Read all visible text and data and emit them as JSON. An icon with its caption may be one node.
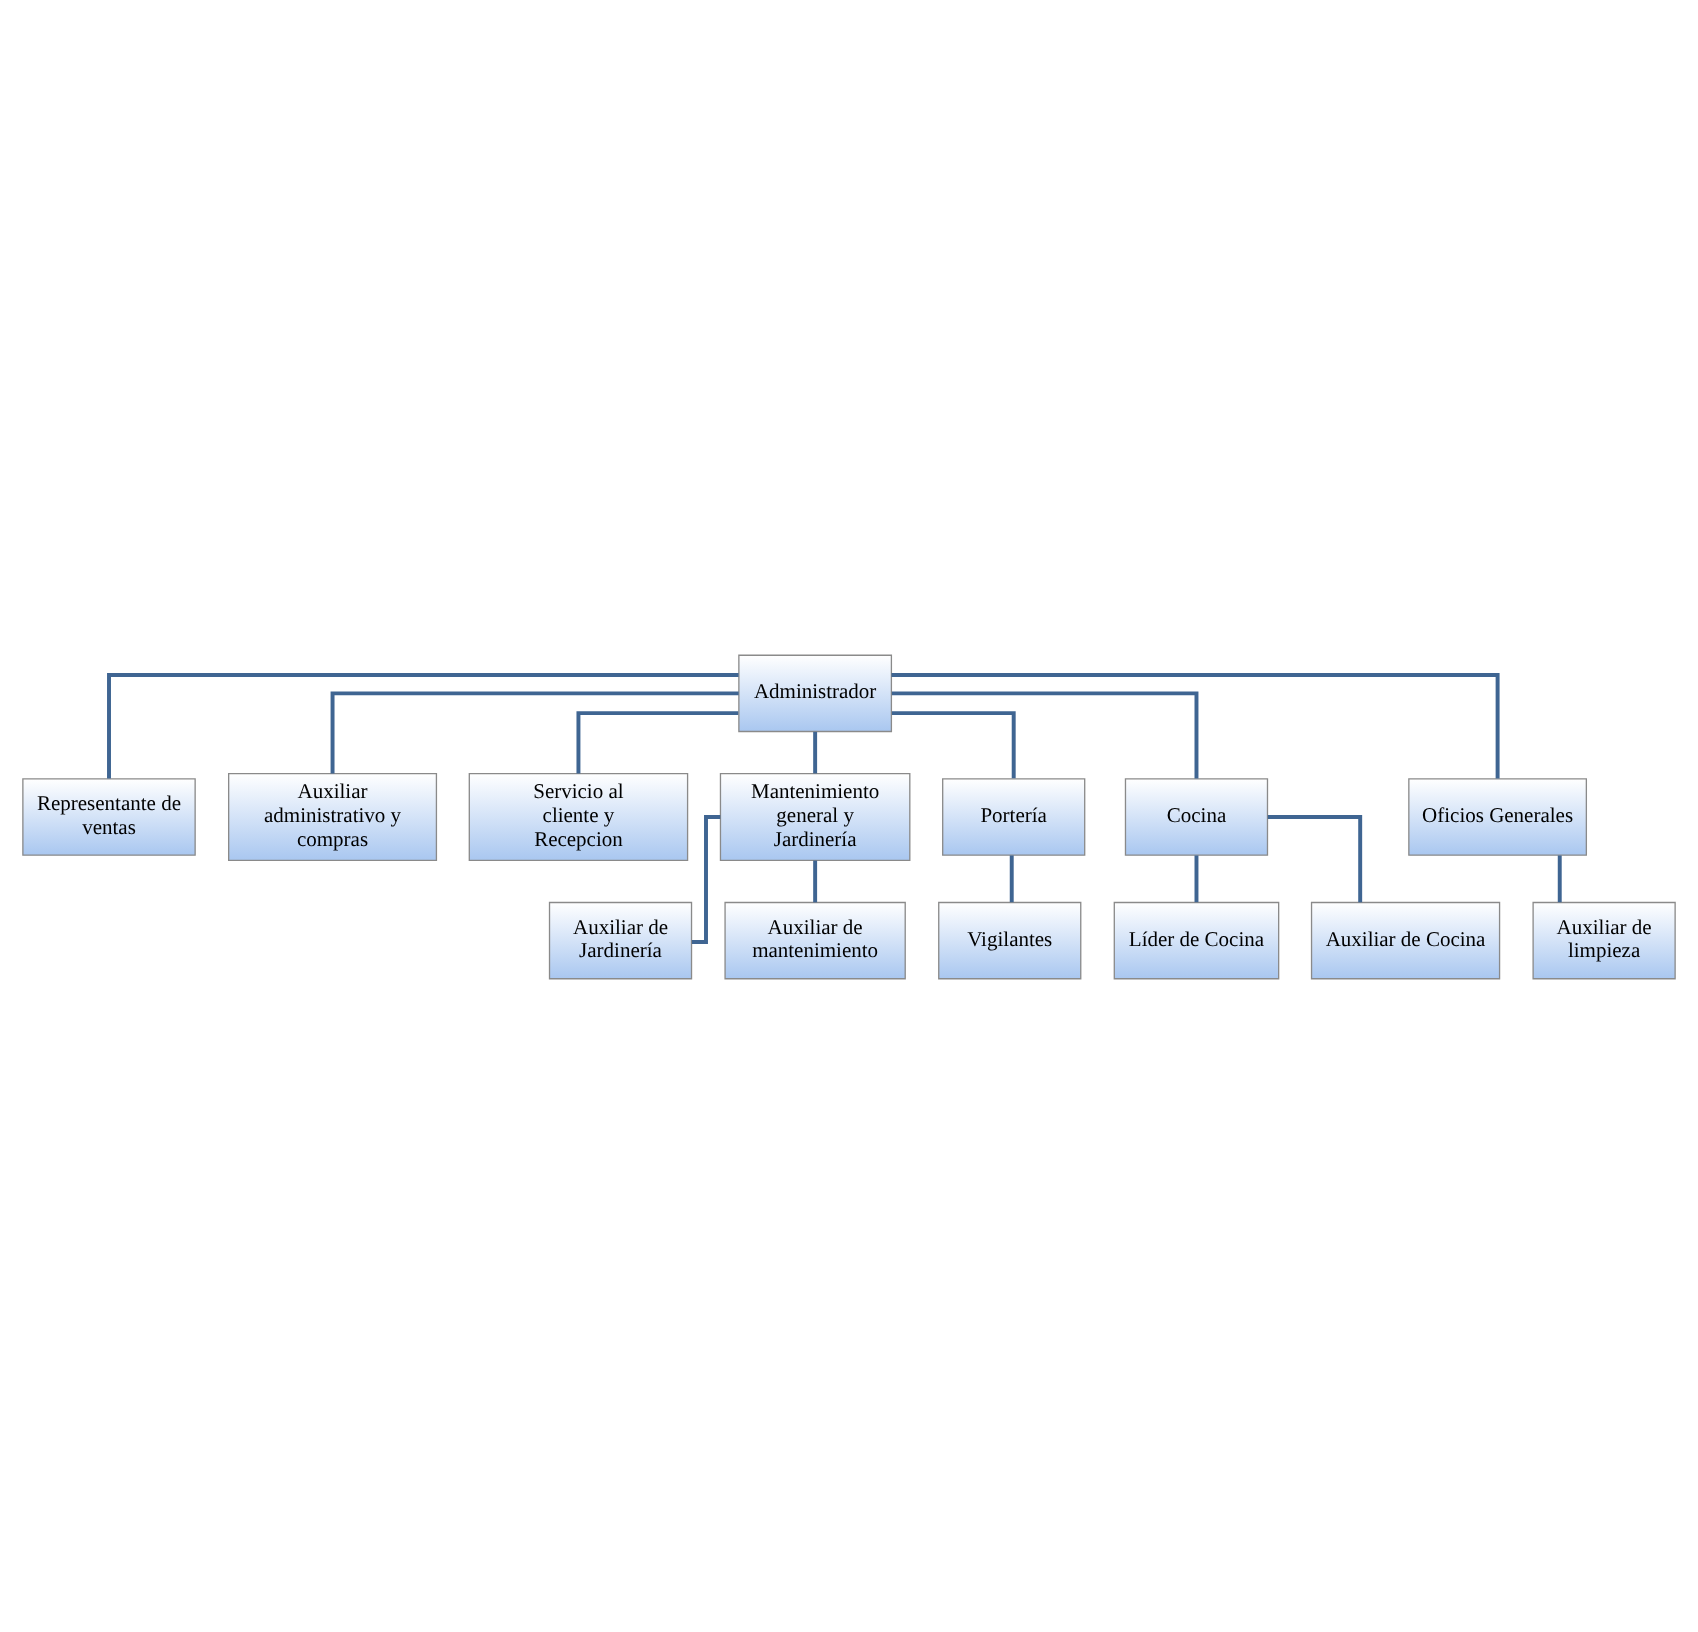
{
  "diagram": {
    "nodes": [
      {
        "text": [
          "Administrador"
        ]
      },
      {
        "text": [
          "Representante de ventas"
        ]
      },
      {
        "text": [
          "Auxiliar administrativo y compras"
        ]
      },
      {
        "text": [
          "Servicio al cliente y Recepcion"
        ]
      },
      {
        "text": [
          "Mantenimiento general y Jardinería"
        ]
      },
      {
        "text": [
          "Portería"
        ]
      },
      {
        "text": [
          "Cocina"
        ]
      },
      {
        "text": [
          "Oficios Generales"
        ]
      },
      {
        "text": [
          "Líder de Cocina"
        ]
      },
      {
        "text": [
          "Auxiliar de Jardinería"
        ]
      },
      {
        "text": [
          "Vigilantes"
        ]
      },
      {
        "text": [
          "Auxiliar de Cocina"
        ]
      },
      {
        "text": [
          "Auxiliar de limpieza"
        ]
      },
      {
        "text": [
          "Auxiliar de mantenimiento"
        ]
      }
    ],
    "edges": [
      {
        "from": 0,
        "to": 1,
        "arrow": "none"
      },
      {
        "from": 0,
        "to": 2,
        "arrow": "none"
      },
      {
        "from": 0,
        "to": 3,
        "arrow": "none"
      },
      {
        "from": 0,
        "to": 4,
        "arrow": "none"
      },
      {
        "from": 0,
        "to": 5,
        "arrow": "none"
      },
      {
        "from": 0,
        "to": 6,
        "arrow": "none"
      },
      {
        "from": 0,
        "to": 7,
        "arrow": "none"
      },
      {
        "from": 4,
        "to": 9,
        "arrow": "none"
      },
      {
        "from": 4,
        "to": 13,
        "arrow": "none"
      },
      {
        "from": 5,
        "to": 10,
        "arrow": "none"
      },
      {
        "from": 6,
        "to": 8,
        "arrow": "none"
      },
      {
        "from": 6,
        "to": 11,
        "arrow": "none"
      },
      {
        "from": 7,
        "to": 12,
        "arrow": "none"
      }
    ]
  }
}
